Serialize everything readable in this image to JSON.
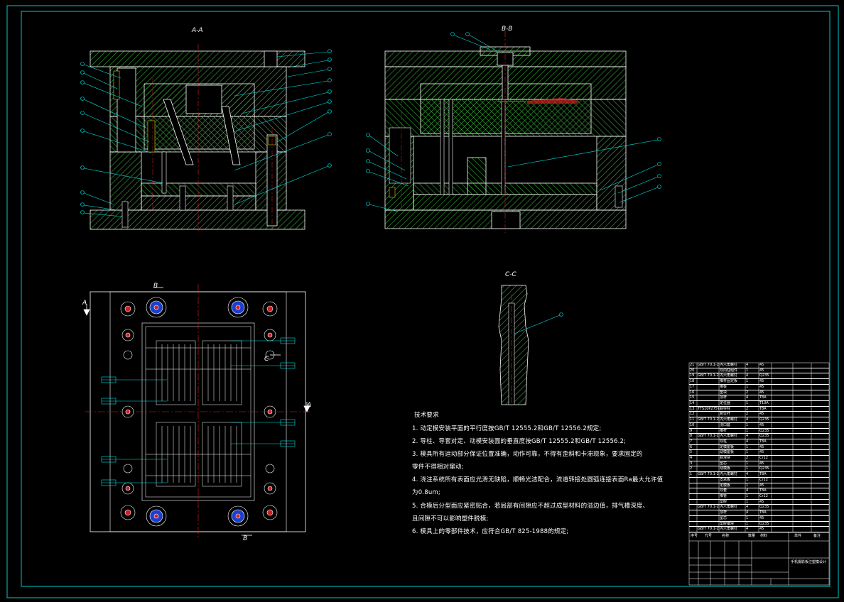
{
  "drawing": {
    "section_labels": {
      "aa": "A-A",
      "bb": "B-B",
      "cc": "C-C",
      "a_marker": "A",
      "b_marker": "B",
      "c_marker": "C"
    },
    "colors": {
      "background": "#000000",
      "frame": "#00c8c8",
      "outline": "#ffffff",
      "hatch": "#3aa83a",
      "leader": "#00e5e5",
      "centerline": "#e02020",
      "bolt_blue": "#1a3fd0",
      "bolt_red": "#d02020",
      "yellow": "#e0d000"
    },
    "notes": {
      "title": "技术要求",
      "items": [
        "1. 动定模安装平面的平行度按GB/T 12555.2和GB/T 12556.2规定;",
        "2. 导柱、导套对定、动模安装面的垂直度按GB/T 12555.2和GB/T 12556.2;",
        "3. 模具所有运动部分保证位置准确，动作可靠，不得有歪斜和卡滞现象，要求固定的",
        "   零件不得相对窜动;",
        "4. 浇注系统所有表面应光滑无缺陷，顺畅光洁配合，流道转接处圆弧连接表面Ra最大允许值",
        "   为0.8um;",
        "5. 合模后分型面应紧密贴合，若局部有间隙应不超过成型材料的溢边值，排气槽深度、",
        "   且间隙不可以影响塑件脱模;",
        "6. 模具上的零部件技术，应符合GB/T 825-1988的规定;"
      ]
    },
    "bom": {
      "rows": [
        [
          "21",
          "GB/T 70.1-2000",
          "内六角螺钉",
          "4",
          "45",
          "",
          ""
        ],
        [
          "20",
          "",
          "导向柱组件",
          "1",
          "45",
          "",
          ""
        ],
        [
          "19",
          "GB/T 70.1-2000",
          "内六角螺钉",
          "4",
          "Q235",
          "",
          ""
        ],
        [
          "18",
          "",
          "推杆固定板",
          "1",
          "45",
          "",
          ""
        ],
        [
          "17",
          "",
          "推板",
          "1",
          "45",
          "",
          ""
        ],
        [
          "16",
          "",
          "垫块",
          "2",
          "45",
          "",
          ""
        ],
        [
          "15",
          "",
          "顶杆",
          "4",
          "T8A",
          "",
          ""
        ],
        [
          "14",
          "",
          "定位圈",
          "1",
          "T10A",
          "",
          ""
        ],
        [
          "13",
          "TFS10P275Y126",
          "斜导柱",
          "2",
          "T8A",
          "",
          ""
        ],
        [
          "12",
          "",
          "复位杆",
          "2",
          "45",
          "",
          ""
        ],
        [
          "11",
          "GB/T 70.1-2000",
          "内六角螺钉",
          "4",
          "Q235",
          "",
          ""
        ],
        [
          "10",
          "",
          "浇口套",
          "1",
          "45",
          "",
          ""
        ],
        [
          "9",
          "",
          "推杆",
          "1",
          "Q235",
          "",
          ""
        ],
        [
          "8",
          "GB/T 70.1-2000",
          "内六角螺钉",
          "4",
          "Q235",
          "",
          ""
        ],
        [
          "7",
          "",
          "导柱",
          "4",
          "T8A",
          "",
          ""
        ],
        [
          "6",
          "",
          "定模座板",
          "1",
          "45",
          "",
          ""
        ],
        [
          "5",
          "",
          "动模座板",
          "1",
          "45",
          "",
          ""
        ],
        [
          "4",
          "",
          "斜滑块",
          "2",
          "Cr12",
          "",
          ""
        ],
        [
          "3",
          "",
          "型芯",
          "1",
          "45",
          "",
          ""
        ],
        [
          "2",
          "",
          "动模板",
          "1",
          "Q235",
          "",
          ""
        ],
        [
          "1",
          "GB/T 70.1-2000",
          "内六角螺钉",
          "4",
          "T8A",
          "",
          ""
        ],
        [
          "",
          "",
          "支承板",
          "1",
          "Cr12",
          "",
          ""
        ],
        [
          "",
          "",
          "定模板",
          "1",
          "45",
          "",
          ""
        ],
        [
          "",
          "",
          "导套",
          "4",
          "T8A",
          "",
          ""
        ],
        [
          "",
          "",
          "推管",
          "1",
          "Cr12",
          "",
          ""
        ],
        [
          "",
          "",
          "型腔",
          "1",
          "45",
          "",
          ""
        ],
        [
          "",
          "GB/T 70.1-2000",
          "内六角螺钉",
          "4",
          "Q235",
          "",
          ""
        ],
        [
          "",
          "",
          "顶杆",
          "4",
          "T8A",
          "",
          ""
        ],
        [
          "",
          "",
          "型芯",
          "1",
          "45",
          "",
          ""
        ],
        [
          "",
          "",
          "型腔镶块",
          "1",
          "Q235",
          "",
          ""
        ],
        [
          "",
          "GB/T 70.1-2000",
          "内六角螺钉",
          "4",
          "45",
          "",
          ""
        ]
      ],
      "header": [
        "序号",
        "代号",
        "名称",
        "数量",
        "材料",
        "单件",
        "备注"
      ],
      "title_text": "手机摄影板注塑模设计"
    }
  }
}
